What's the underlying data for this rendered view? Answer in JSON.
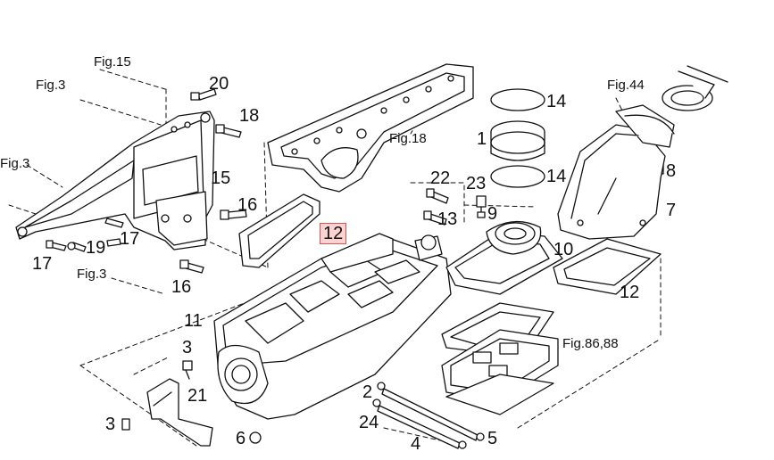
{
  "colors": {
    "line": "#111111",
    "highlight_fill": "#fbd3d3",
    "highlight_border": "#d9534f",
    "background": "#ffffff"
  },
  "labels": {
    "fig15": "Fig.15",
    "fig3_top": "Fig.3",
    "fig3_left": "Fig.3",
    "fig3_bottom": "Fig.3",
    "fig18": "Fig.18",
    "fig44": "Fig.44",
    "fig86_88": "Fig.86,88",
    "n20": "20",
    "n18": "18",
    "n15": "15",
    "n16_a": "16",
    "n16_b": "16",
    "n17_a": "17",
    "n17_b": "17",
    "n19": "19",
    "n12_hl": "12",
    "n12": "12",
    "n11": "11",
    "n3_a": "3",
    "n3_b": "3",
    "n21": "21",
    "n6": "6",
    "n2": "2",
    "n24": "24",
    "n4": "4",
    "n5": "5",
    "n22": "22",
    "n13": "13",
    "n23": "23",
    "n9": "9",
    "n14_a": "14",
    "n14_b": "14",
    "n1": "1",
    "n10": "10",
    "n8": "8",
    "n7": "7"
  }
}
